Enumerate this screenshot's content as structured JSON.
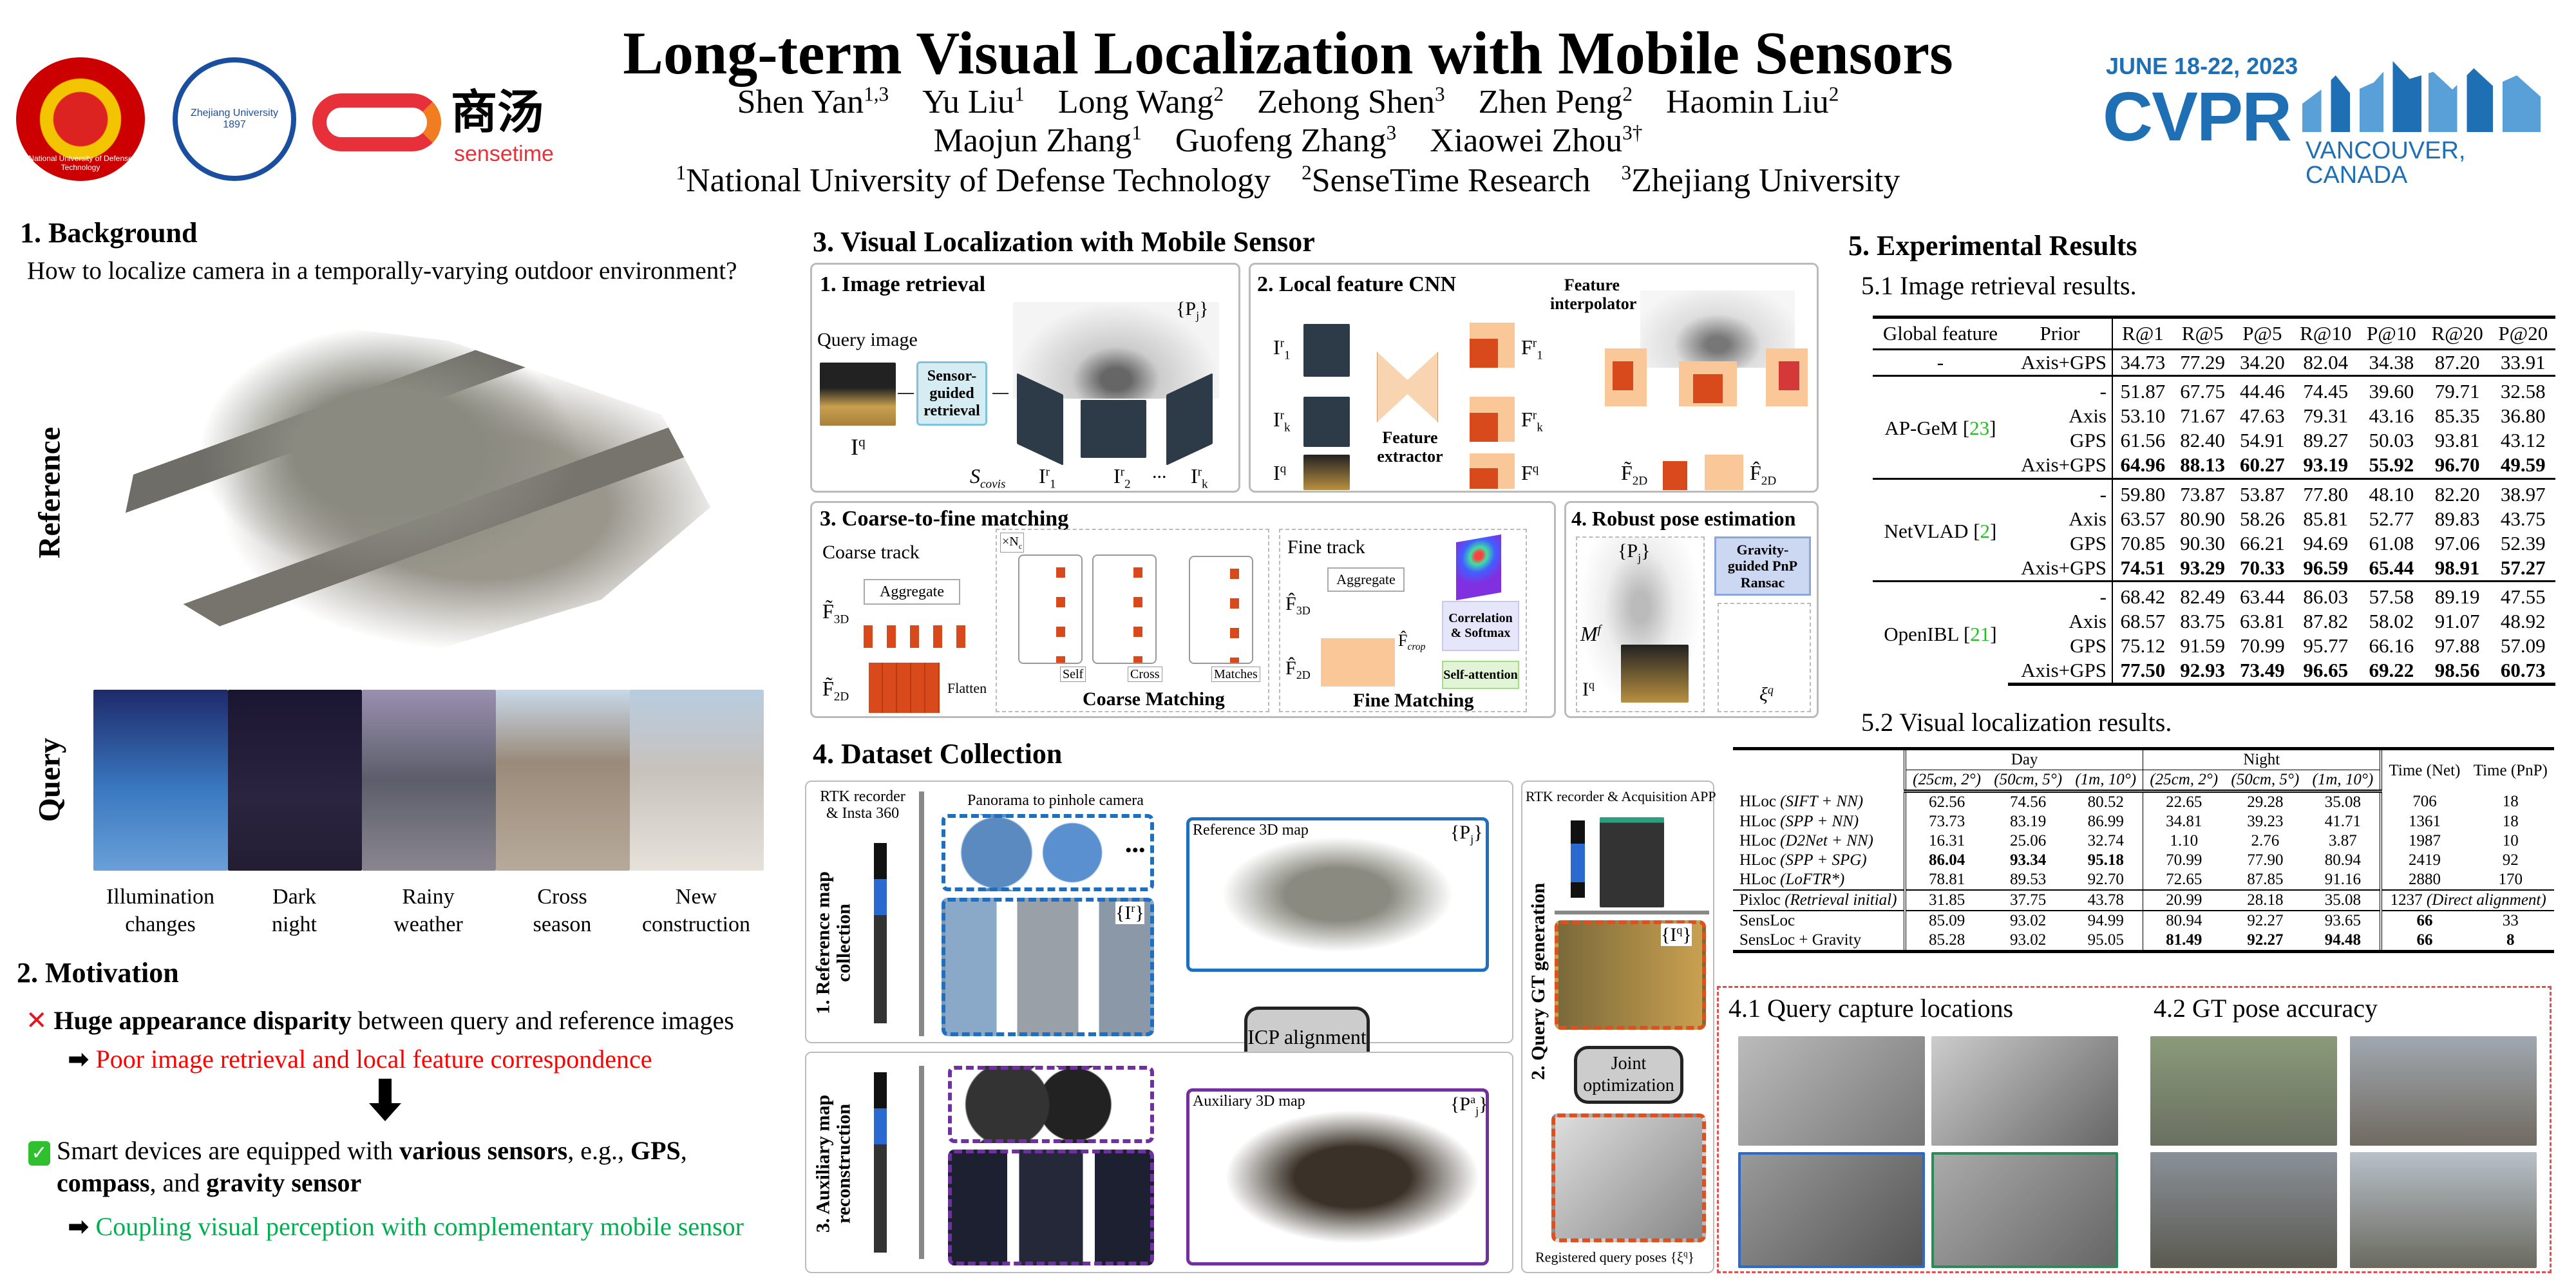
{
  "header": {
    "title": "Long-term Visual Localization with Mobile Sensors",
    "authors_line1": [
      {
        "name": "Shen Yan",
        "sup": "1,3"
      },
      {
        "name": "Yu Liu",
        "sup": "1"
      },
      {
        "name": "Long Wang",
        "sup": "2"
      },
      {
        "name": "Zehong Shen",
        "sup": "3"
      },
      {
        "name": "Zhen Peng",
        "sup": "2"
      },
      {
        "name": "Haomin Liu",
        "sup": "2"
      }
    ],
    "authors_line2": [
      {
        "name": "Maojun Zhang",
        "sup": "1"
      },
      {
        "name": "Guofeng Zhang",
        "sup": "3"
      },
      {
        "name": "Xiaowei Zhou",
        "sup": "3†"
      }
    ],
    "affiliations": [
      {
        "sup": "1",
        "name": "National University of Defense Technology"
      },
      {
        "sup": "2",
        "name": "SenseTime Research"
      },
      {
        "sup": "3",
        "name": "Zhejiang University"
      }
    ],
    "logos": {
      "nudt": "National University of Defense Technology",
      "zju": "Zhejiang University 1897",
      "sensetime_cn": "商汤",
      "sensetime": "sensetime"
    },
    "conference": {
      "dates": "JUNE 18-22, 2023",
      "name": "CVPR",
      "location": "VANCOUVER, CANADA"
    }
  },
  "background": {
    "title": "1. Background",
    "question": "How to localize camera in a temporally-varying outdoor environment?",
    "reference_label": "Reference",
    "query_label": "Query",
    "conditions": [
      {
        "l1": "Illumination",
        "l2": "changes"
      },
      {
        "l1": "Dark",
        "l2": "night"
      },
      {
        "l1": "Rainy",
        "l2": "weather"
      },
      {
        "l1": "Cross",
        "l2": "season"
      },
      {
        "l1": "New",
        "l2": "construction"
      }
    ]
  },
  "motivation": {
    "title": "2. Motivation",
    "problem_bold": "Huge appearance disparity",
    "problem_rest": " between query and reference images",
    "problem_result": "Poor image retrieval and local feature correspondence",
    "solution_a": "Smart devices are equipped with ",
    "solution_b": "various sensors",
    "solution_c": ", e.g.,  ",
    "solution_d": "GPS",
    "solution_e": ",",
    "solution_f": "compass",
    "solution_g": ", and ",
    "solution_h": "gravity sensor",
    "solution_result": "Coupling visual perception with complementary mobile sensor",
    "colors": {
      "red": "#ff0000",
      "green": "#00b050"
    }
  },
  "method": {
    "title": "3. Visual Localization with Mobile Sensor",
    "retrieval": {
      "title": "1. Image retrieval",
      "query_image": "Query image",
      "sensor_box": "Sensor-guided retrieval",
      "pj": "{P",
      "pj_sub": "j",
      "pj_end": "}",
      "iq": "I",
      "iq_sup": "q",
      "scovis": "S",
      "scovis_sub": "covis",
      "i1": "I",
      "i2": "I",
      "ik": "I",
      "r": "r",
      "s1": "1",
      "s2": "2",
      "sk": "k",
      "dots": "..."
    },
    "cnn": {
      "title": "2. Local feature CNN",
      "interpolator": "Feature interpolator",
      "extractor": "Feature extractor",
      "i": "I",
      "f": "F",
      "r": "r",
      "q": "q",
      "s1": "1",
      "sk": "k",
      "f2d_t": "F̃",
      "f2d_h": "F̂",
      "s2d": "2D"
    },
    "matching": {
      "title": "3. Coarse-to-fine matching",
      "coarse_track": "Coarse track",
      "fine_track": "Fine track",
      "aggregate": "Aggregate",
      "flatten": "Flatten",
      "nc": "×N",
      "nc_sub": "c",
      "self": "Self",
      "cross": "Cross",
      "matches": "Matches",
      "coarse_matching": "Coarse Matching",
      "fine_matching": "Fine Matching",
      "correlation": "Correlation & Softmax",
      "self_attention": "Self-attention",
      "f3d_t": "F̃",
      "f3d_h": "F̂",
      "f2d_t": "F̃",
      "f2d_h": "F̂",
      "s3d": "3D",
      "s2d": "2D",
      "fcrop": "F̂",
      "crop": "crop"
    },
    "pose": {
      "title": "4. Robust pose estimation",
      "pnp": "Gravity-guided PnP Ransac",
      "pj": "{P",
      "pj_sub": "j",
      "pj_end": "}",
      "mf": "M",
      "mf_sup": "f",
      "iq": "I",
      "iq_sup": "q",
      "xi": "ξ",
      "xi_sup": "q"
    }
  },
  "dataset": {
    "title": "4. Dataset Collection",
    "ref_side": "1. Reference map collection",
    "aux_side": "3. Auxiliary map reconstruction",
    "gt_side": "2. Query GT generation",
    "rtk_insta": "RTK recorder & Insta 360",
    "panorama": "Panorama to pinhole camera",
    "ref_map": "Reference 3D map",
    "aux_map": "Auxiliary 3D map",
    "icp": "ICP alignment",
    "rtk_app": "RTK recorder & Acquisition APP",
    "joint": "Joint optimization",
    "registered": "Registered query poses {ξ",
    "registered_sup": "q",
    "registered_end": "}",
    "pj": "{P",
    "pj_sub": "j",
    "pja_sup": "a",
    "ir": "{I",
    "ir_sup": "r",
    "iq": "{I",
    "iq_sup": "q",
    "close": "}",
    "dots": "•••",
    "colors": {
      "blue": "#1f6fc0",
      "purple": "#7030a0",
      "orange": "#e0501e"
    }
  },
  "insets": {
    "capture": "4.1 Query capture locations",
    "gt_accuracy": "4.2 GT pose accuracy",
    "border_color": "#e05050"
  },
  "results": {
    "title": "5. Experimental Results",
    "retrieval_title": "5.1 Image retrieval results.",
    "loc_title": "5.2 Visual localization results.",
    "retrieval_table": {
      "headers": [
        "Global feature",
        "Prior",
        "R@1",
        "R@5",
        "P@5",
        "R@10",
        "P@10",
        "R@20",
        "P@20"
      ],
      "groups": [
        {
          "name": "-",
          "cite": "",
          "rows": [
            {
              "prior": "Axis+GPS",
              "values": [
                "34.73",
                "77.29",
                "34.20",
                "82.04",
                "34.38",
                "87.20",
                "33.91"
              ],
              "bold": false
            }
          ]
        },
        {
          "name": "AP-GeM ",
          "cite": "23",
          "rows": [
            {
              "prior": "-",
              "values": [
                "51.87",
                "67.75",
                "44.46",
                "74.45",
                "39.60",
                "79.71",
                "32.58"
              ],
              "bold": false
            },
            {
              "prior": "Axis",
              "values": [
                "53.10",
                "71.67",
                "47.63",
                "79.31",
                "43.16",
                "85.35",
                "36.80"
              ],
              "bold": false
            },
            {
              "prior": "GPS",
              "values": [
                "61.56",
                "82.40",
                "54.91",
                "89.27",
                "50.03",
                "93.81",
                "43.12"
              ],
              "bold": false
            },
            {
              "prior": "Axis+GPS",
              "values": [
                "64.96",
                "88.13",
                "60.27",
                "93.19",
                "55.92",
                "96.70",
                "49.59"
              ],
              "bold": true
            }
          ]
        },
        {
          "name": "NetVLAD ",
          "cite": "2",
          "rows": [
            {
              "prior": "-",
              "values": [
                "59.80",
                "73.87",
                "53.87",
                "77.80",
                "48.10",
                "82.20",
                "38.97"
              ],
              "bold": false
            },
            {
              "prior": "Axis",
              "values": [
                "63.57",
                "80.90",
                "58.26",
                "85.81",
                "52.77",
                "89.83",
                "43.75"
              ],
              "bold": false
            },
            {
              "prior": "GPS",
              "values": [
                "70.85",
                "90.30",
                "66.21",
                "94.69",
                "61.08",
                "97.06",
                "52.39"
              ],
              "bold": false
            },
            {
              "prior": "Axis+GPS",
              "values": [
                "74.51",
                "93.29",
                "70.33",
                "96.59",
                "65.44",
                "98.91",
                "57.27"
              ],
              "bold": true
            }
          ]
        },
        {
          "name": "OpenIBL ",
          "cite": "21",
          "rows": [
            {
              "prior": "-",
              "values": [
                "68.42",
                "82.49",
                "63.44",
                "86.03",
                "57.58",
                "89.19",
                "47.55"
              ],
              "bold": false
            },
            {
              "prior": "Axis",
              "values": [
                "68.57",
                "83.75",
                "63.81",
                "87.82",
                "58.02",
                "91.07",
                "48.92"
              ],
              "bold": false
            },
            {
              "prior": "GPS",
              "values": [
                "75.12",
                "91.59",
                "70.99",
                "95.77",
                "66.16",
                "97.88",
                "57.09"
              ],
              "bold": false
            },
            {
              "prior": "Axis+GPS",
              "values": [
                "77.50",
                "92.93",
                "73.49",
                "96.65",
                "69.22",
                "98.56",
                "60.73"
              ],
              "bold": true
            }
          ]
        }
      ]
    },
    "loc_table": {
      "day": "Day",
      "night": "Night",
      "time_net": "Time (Net)",
      "time_pnp": "Time (PnP)",
      "thresholds": [
        "(25cm, 2°)",
        "(50cm, 5°)",
        "(1m, 10°)",
        "(25cm, 2°)",
        "(50cm, 5°)",
        "(1m, 10°)"
      ],
      "sections": [
        [
          {
            "method": "HLoc",
            "variant": "(SIFT + NN)",
            "values": [
              "62.56",
              "74.56",
              "80.52",
              "22.65",
              "29.28",
              "35.08",
              "706",
              "18"
            ],
            "bold": []
          },
          {
            "method": "HLoc",
            "variant": "(SPP + NN)",
            "values": [
              "73.73",
              "83.19",
              "86.99",
              "34.81",
              "39.23",
              "41.71",
              "1361",
              "18"
            ],
            "bold": []
          },
          {
            "method": "HLoc",
            "variant": "(D2Net + NN)",
            "values": [
              "16.31",
              "25.06",
              "32.74",
              "1.10",
              "2.76",
              "3.87",
              "1987",
              "10"
            ],
            "bold": []
          },
          {
            "method": "HLoc",
            "variant": "(SPP + SPG)",
            "values": [
              "86.04",
              "93.34",
              "95.18",
              "70.99",
              "77.90",
              "80.94",
              "2419",
              "92"
            ],
            "bold": [
              0,
              1,
              2
            ]
          },
          {
            "method": "HLoc",
            "variant": "(LoFTR*)",
            "values": [
              "78.81",
              "89.53",
              "92.70",
              "72.65",
              "87.85",
              "91.16",
              "2880",
              "170"
            ],
            "bold": []
          }
        ],
        [
          {
            "method": "Pixloc",
            "variant": "(Retrieval initial)",
            "values": [
              "31.85",
              "37.75",
              "43.78",
              "20.99",
              "28.18",
              "35.08"
            ],
            "time_span": "1237",
            "time_span_note": "(Direct alignment)",
            "bold": []
          }
        ],
        [
          {
            "method": "SensLoc",
            "variant": "",
            "values": [
              "85.09",
              "93.02",
              "94.99",
              "80.94",
              "92.27",
              "93.65",
              "66",
              "33"
            ],
            "bold": [
              6
            ]
          },
          {
            "method": "SensLoc + Gravity",
            "variant": "",
            "values": [
              "85.28",
              "93.02",
              "95.05",
              "81.49",
              "92.27",
              "94.48",
              "66",
              "8"
            ],
            "bold": [
              3,
              4,
              5,
              6,
              7
            ]
          }
        ]
      ]
    }
  }
}
